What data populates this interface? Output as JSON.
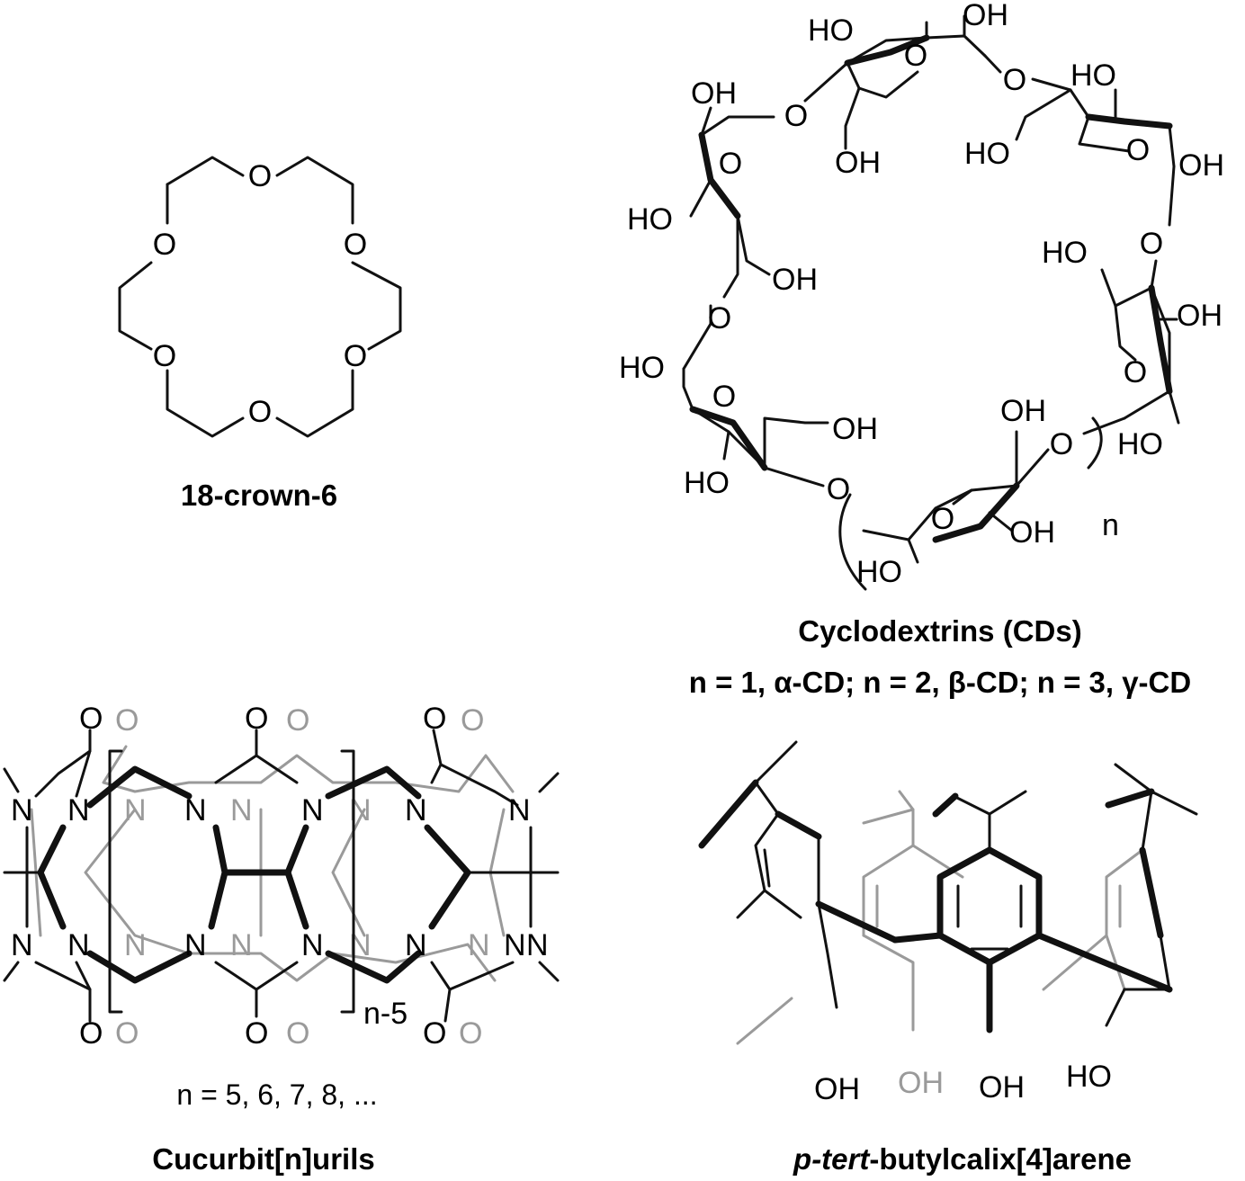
{
  "panels": {
    "crown": {
      "atom_O": "O",
      "caption": "18-crown-6"
    },
    "cyclodextrin": {
      "hydroxyl": "OH",
      "hydroxyl_left": "HO",
      "ring_O": "O",
      "repeat_label": "n",
      "caption": "Cyclodextrins (CDs)",
      "variants": "n = 1, α-CD; n = 2, β-CD; n = 3, γ-CD"
    },
    "cucurbituril": {
      "atom_N": "N",
      "atom_O": "O",
      "repeat_label": "n-5",
      "series": "n = 5, 6, 7, 8, ...",
      "caption": "Cucurbit[n]urils"
    },
    "calixarene": {
      "hydroxyl": "OH",
      "hydroxyl_left": "HO",
      "caption_italic": "p-tert",
      "caption_rest": "-butylcalix[4]arene"
    }
  }
}
